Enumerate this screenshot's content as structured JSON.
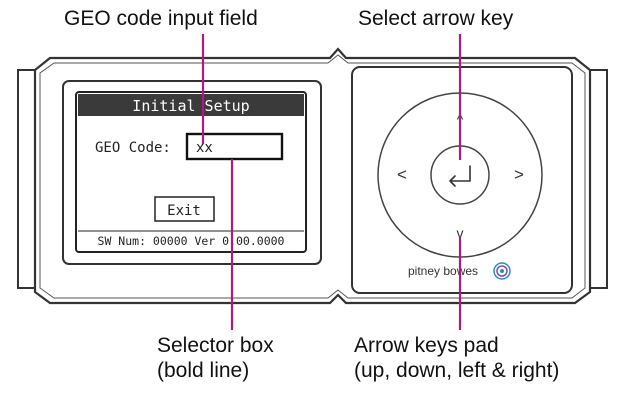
{
  "callouts": {
    "geo_input": "GEO code input field",
    "select_key": "Select arrow key",
    "selector_line1": "Selector box",
    "selector_line2": "(bold line)",
    "arrow_pad_line1": "Arrow keys pad",
    "arrow_pad_line2": "(up, down, left & right)"
  },
  "screen": {
    "title": "Initial Setup",
    "geo_label": "GEO Code:",
    "geo_value": "xx",
    "exit_label": "Exit",
    "sw_line": "SW Num: 00000 Ver 0.00.0000"
  },
  "keypad": {
    "up_glyph": "^",
    "down_glyph": "v",
    "left_glyph": "<",
    "right_glyph": ">",
    "brand": "pitney bowes"
  },
  "icons": {
    "select": "enter-return-icon",
    "brand": "pitney-bowes-logo-icon"
  },
  "colors": {
    "leader": "#b3197a",
    "device_outline": "#333333",
    "screen_title_bg": "#3a3a3a",
    "logo_blue": "#2e8bc9"
  }
}
